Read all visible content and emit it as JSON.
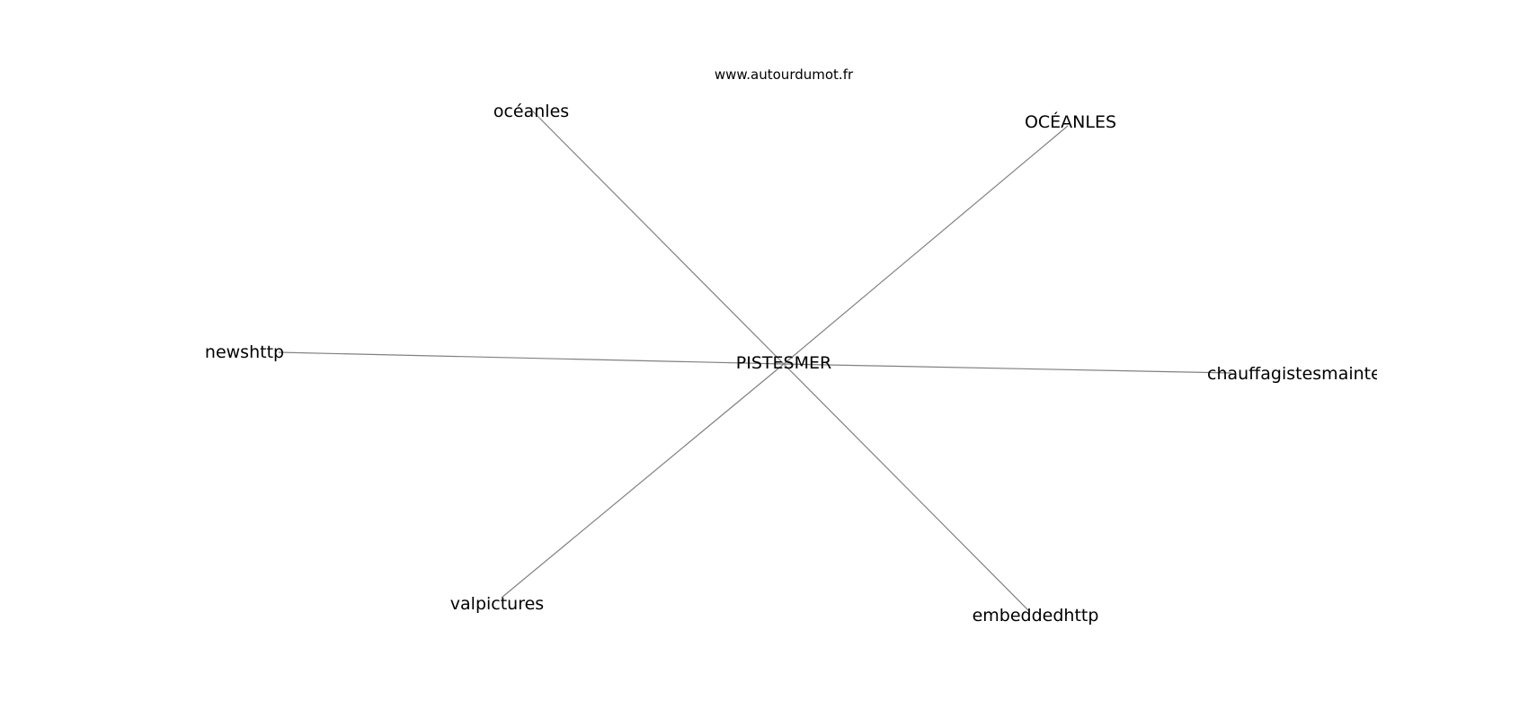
{
  "header": {
    "site": "www.autourdumot.fr"
  },
  "graph": {
    "edge_color": "#808080",
    "center": {
      "id": "center",
      "label": "PISTESMER"
    },
    "nodes": [
      {
        "id": "oceanles-lower",
        "label": "océanles"
      },
      {
        "id": "oceanles-upper",
        "label": "OCÉANLES"
      },
      {
        "id": "newshttp",
        "label": "newshttp"
      },
      {
        "id": "chauffagistes",
        "label": "chauffagistesmaintenance"
      },
      {
        "id": "valpictures",
        "label": "valpictures"
      },
      {
        "id": "embeddedhttp",
        "label": "embeddedhttp"
      }
    ]
  }
}
